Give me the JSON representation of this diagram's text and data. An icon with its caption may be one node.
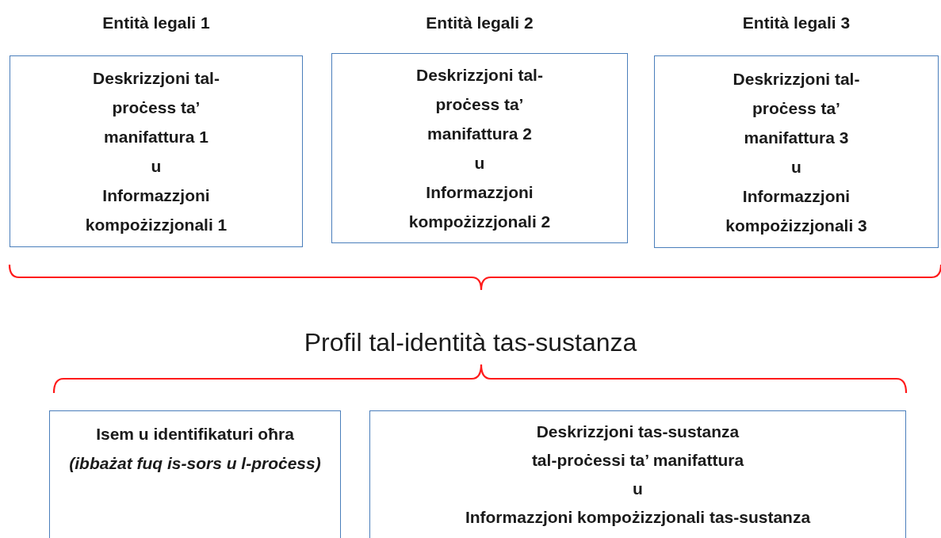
{
  "diagram": {
    "nodes": [
      {
        "text": [
          "Entità legali 1",
          "Deskrizzjoni tal-proċess ta’ manifattura 1",
          "u",
          "Informazzjoni kompożizzjonali 1"
        ]
      },
      {
        "text": [
          "Entità legali 2",
          "Deskrizzjoni tal-proċess ta’ manifattura 2",
          "u",
          "Informazzjoni kompożizzjonali 2"
        ]
      },
      {
        "text": [
          "Entità legali 3",
          "Deskrizzjoni tal-proċess ta’ manifattura 3",
          "u",
          "Informazzjoni kompożizzjonali 3"
        ]
      },
      {
        "text": [
          "Isem u identifikaturi oħra",
          "(ibbażat fuq is-sors u l-proċess)"
        ]
      },
      {
        "text": [
          "Deskrizzjoni tas-sustanza tal-proċessi ta’ manifattura",
          "u",
          "Informazzjoni kompożizzjonali tas-sustanza"
        ]
      }
    ],
    "labels": [
      "Profil tal-identità tas-sustanza"
    ]
  }
}
